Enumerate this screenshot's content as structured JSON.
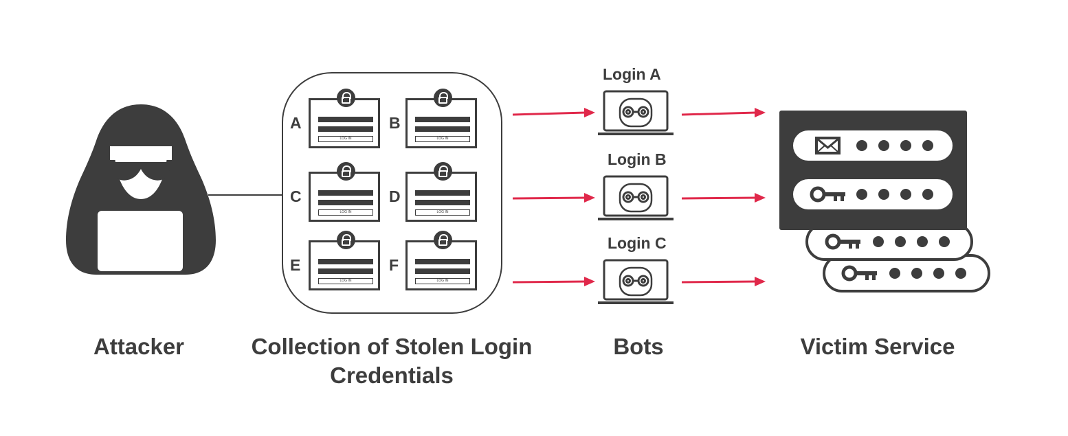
{
  "captions": {
    "attacker": "Attacker",
    "collection_line1": "Collection of Stolen Login",
    "collection_line2": "Credentials",
    "bots": "Bots",
    "victim": "Victim Service"
  },
  "credentials": [
    {
      "letter": "A",
      "button": "LOG IN"
    },
    {
      "letter": "B",
      "button": "LOG IN"
    },
    {
      "letter": "C",
      "button": "LOG IN"
    },
    {
      "letter": "D",
      "button": "LOG IN"
    },
    {
      "letter": "E",
      "button": "LOG IN"
    },
    {
      "letter": "F",
      "button": "LOG IN"
    }
  ],
  "bots": [
    {
      "label": "Login A"
    },
    {
      "label": "Login B"
    },
    {
      "label": "Login C"
    }
  ],
  "icons": {
    "attacker": "hooded-hacker-icon",
    "lock": "padlock-icon",
    "bot": "robot-laptop-icon",
    "email": "envelope-icon",
    "key": "key-icon"
  },
  "colors": {
    "dark": "#3d3d3d",
    "arrow": "#e0284a",
    "background": "#ffffff"
  }
}
